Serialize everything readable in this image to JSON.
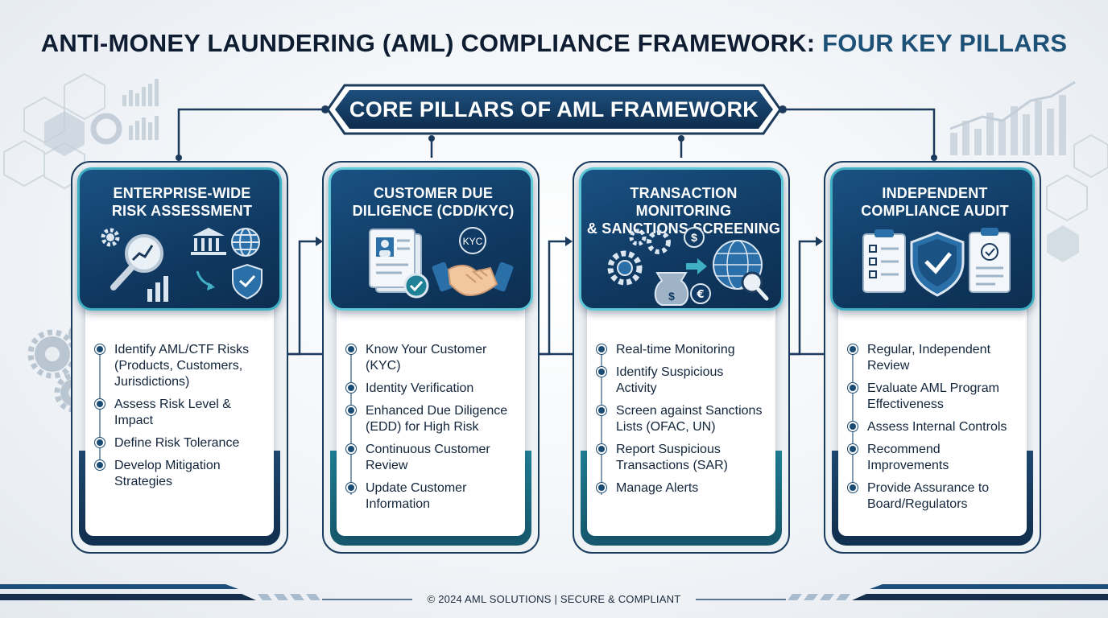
{
  "title": {
    "main": "ANTI-MONEY LAUNDERING (AML) COMPLIANCE FRAMEWORK: ",
    "highlight": "FOUR KEY PILLARS"
  },
  "banner": "CORE PILLARS OF AML FRAMEWORK",
  "colors": {
    "navy": "#0f1d33",
    "header_blue": "#123e68",
    "accent_teal": "#3fb0c4",
    "highlight_blue": "#1e5178"
  },
  "pillars": [
    {
      "title": "ENTERPRISE-WIDE\nRISK ASSESSMENT",
      "icons": [
        "gear-icon",
        "magnifier-chart-icon",
        "bank-icon",
        "globe-icon",
        "shield-check-icon",
        "bar-chart-icon"
      ],
      "bullets": [
        "Identify AML/CTF Risks\n(Products, Customers,\nJurisdictions)",
        "Assess Risk Level &\nImpact",
        "Define Risk Tolerance",
        "Develop Mitigation\nStrategies"
      ]
    },
    {
      "title": "CUSTOMER DUE\nDILIGENCE (CDD/KYC)",
      "icons": [
        "id-document-icon",
        "check-badge-icon",
        "handshake-icon"
      ],
      "badge": "KYC",
      "bullets": [
        "Know Your Customer\n(KYC)",
        "Identity Verification",
        "Enhanced Due Diligence\n(EDD) for High Risk",
        "Continuous Customer\nReview",
        "Update Customer\nInformation"
      ]
    },
    {
      "title": "TRANSACTION MONITORING\n& SANCTIONS SCREENING",
      "icons": [
        "gears-icon",
        "dollar-coin-icon",
        "money-bag-icon",
        "euro-coin-icon",
        "globe-search-icon"
      ],
      "bullets": [
        "Real-time Monitoring",
        "Identify Suspicious\nActivity",
        "Screen against Sanctions\nLists (OFAC, UN)",
        "Report Suspicious\nTransactions (SAR)",
        "Manage Alerts"
      ]
    },
    {
      "title": "INDEPENDENT\nCOMPLIANCE AUDIT",
      "icons": [
        "clipboard-checklist-icon",
        "shield-check-icon",
        "clipboard-check-icon"
      ],
      "bullets": [
        "Regular, Independent\nReview",
        "Evaluate AML Program\nEffectiveness",
        "Assess Internal Controls",
        "Recommend\nImprovements",
        "Provide Assurance to\nBoard/Regulators"
      ]
    }
  ],
  "footer": "© 2024 AML SOLUTIONS | SECURE & COMPLIANT"
}
